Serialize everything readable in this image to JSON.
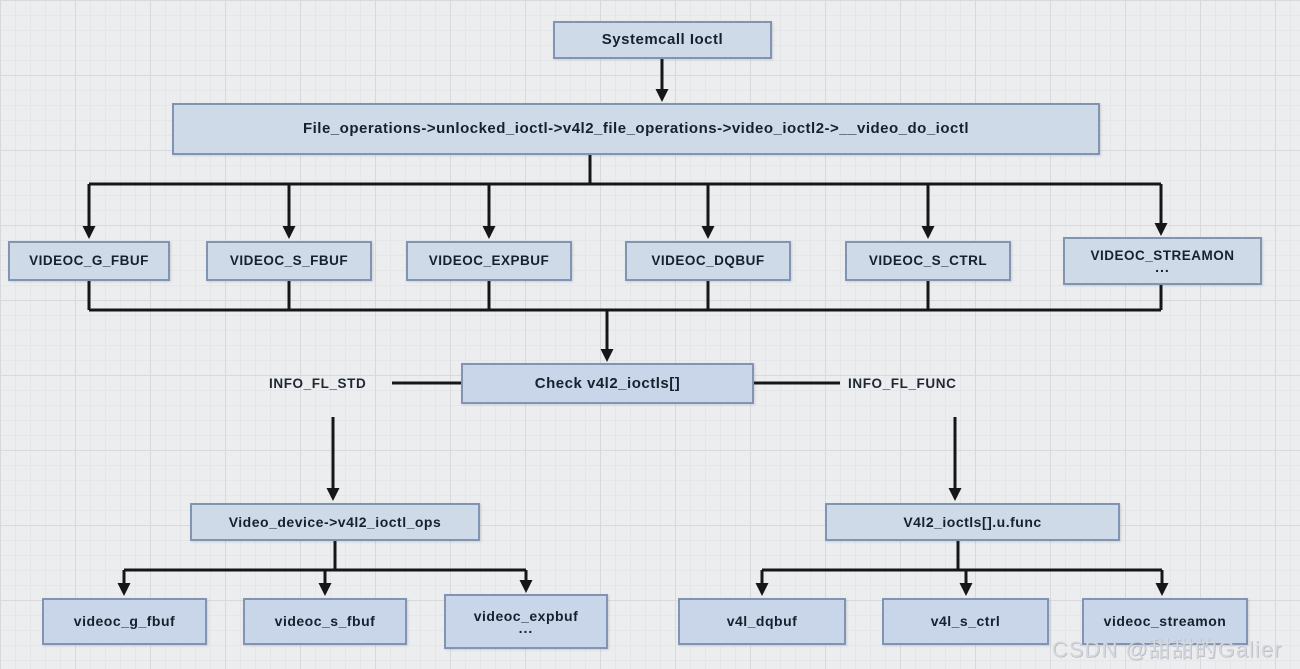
{
  "colors": {
    "canvas_bg": "#ecedef",
    "node_fill": "#cfdae9",
    "node_fill_blue": "#c9d6ea",
    "node_border": "#8294b4",
    "connector": "#161616"
  },
  "nodes": {
    "systemcall": {
      "label": "Systemcall Ioctl"
    },
    "dispatch": {
      "label": "File_operations->unlocked_ioctl->v4l2_file_operations->video_ioctl2->__video_do_ioctl"
    },
    "videoc_g_fbuf": {
      "label": "VIDEOC_G_FBUF"
    },
    "videoc_s_fbuf": {
      "label": "VIDEOC_S_FBUF"
    },
    "videoc_expbuf": {
      "label": "VIDEOC_EXPBUF"
    },
    "videoc_dqbuf": {
      "label": "VIDEOC_DQBUF"
    },
    "videoc_s_ctrl": {
      "label": "VIDEOC_S_CTRL"
    },
    "videoc_streamon": {
      "label": "VIDEOC_STREAMON",
      "sub": "..."
    },
    "check": {
      "label": "Check v4l2_ioctls[]"
    },
    "ioctl_ops": {
      "label": "Video_device->v4l2_ioctl_ops"
    },
    "u_func": {
      "label": "V4l2_ioctls[].u.func"
    },
    "fn_g_fbuf": {
      "label": "videoc_g_fbuf"
    },
    "fn_s_fbuf": {
      "label": "videoc_s_fbuf"
    },
    "fn_expbuf": {
      "label": "videoc_expbuf",
      "sub": "..."
    },
    "fn_dqbuf": {
      "label": "v4l_dqbuf"
    },
    "fn_s_ctrl": {
      "label": "v4l_s_ctrl"
    },
    "fn_streamon": {
      "label": "videoc_streamon"
    }
  },
  "labels": {
    "info_fl_std": "INFO_FL_STD",
    "info_fl_func": "INFO_FL_FUNC"
  },
  "watermark": "CSDN @甜甜的Galier"
}
